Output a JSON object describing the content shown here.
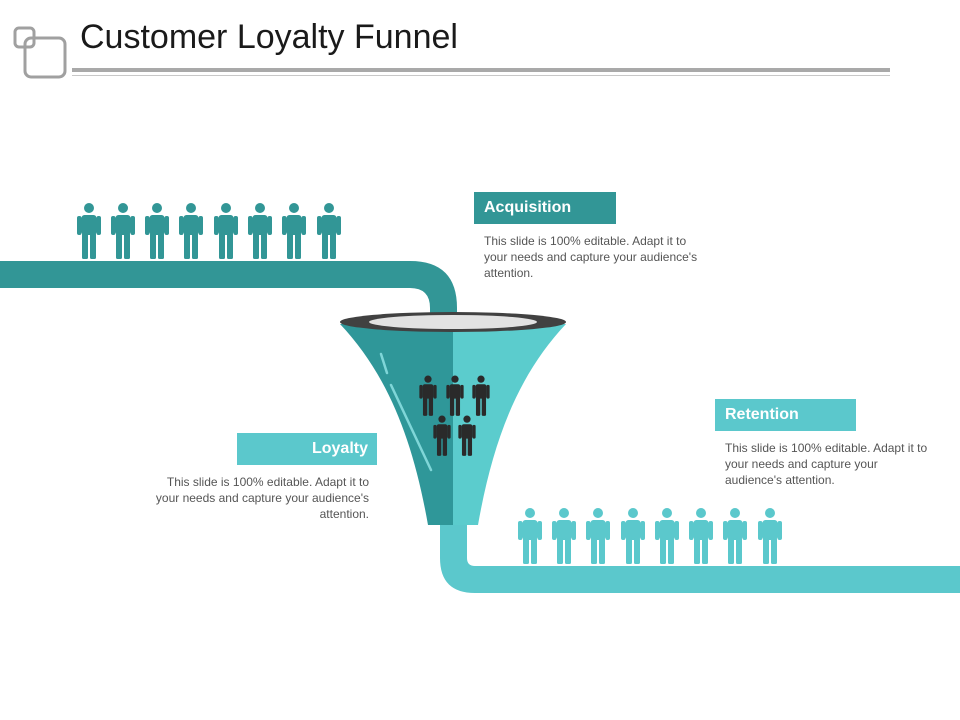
{
  "slide": {
    "title": "Customer Loyalty Funnel"
  },
  "stages": {
    "acquisition": {
      "label": "Acquisition",
      "text": "This slide is 100% editable. Adapt it to your needs and capture your audience's attention."
    },
    "retention": {
      "label": "Retention",
      "text": "This slide is 100% editable. Adapt it to your needs and capture your audience's attention."
    },
    "loyalty": {
      "label": "Loyalty",
      "text": "This slide is 100% editable. Adapt it to your needs and capture your audience's attention."
    }
  },
  "colors": {
    "dark_teal": "#329696",
    "light_teal": "#5bc8cc",
    "funnel_dark": "#2f9799",
    "funnel_light": "#5bcccd",
    "people_dark": "#2a2a2a",
    "rule_gray": "#a9a9a9",
    "logo_gray": "#a0a0a0"
  },
  "icons": {
    "logo": "overlapping-squares-icon",
    "person": "person-icon"
  }
}
